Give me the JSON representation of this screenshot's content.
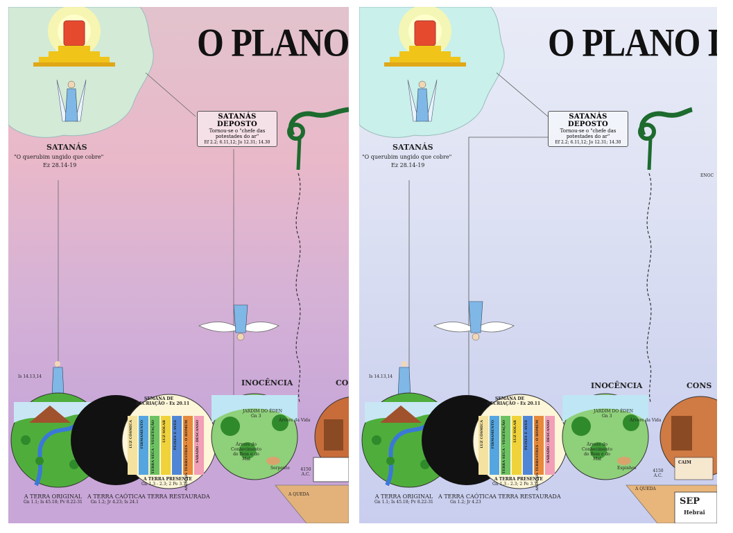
{
  "panels": [
    {
      "title": "O PLANO D",
      "satan": {
        "name": "SATANÁS",
        "quote": "\"O querubim ungido que cobre\"",
        "ref": "Ez 28.14-19"
      },
      "deposed": {
        "title": "SATANÁS DEPOSTO",
        "line1": "Tornou-se o \"chefe das",
        "line2": "potestades do ar\"",
        "ref": "Ef 2.2; 6.11,12; Jo 12.31; 14.30"
      },
      "side_ref": "Is 14.13,14",
      "inocencia": "INOCÊNCIA",
      "next_label": "CO",
      "recreation": {
        "title": "SEMANA DE",
        "title2": "RECRIAÇÃO - Ex 20.11",
        "days": [
          "LUZ CÓSMICA",
          "FIRMAMENTO",
          "TERRA SECA - VEGETAÇÃO",
          "LUZ SOLAR",
          "PEIXES E AVES",
          "ANIMAIS TERRESTRES - O HOMEM",
          "SÁBADO - DESCANSO"
        ],
        "present": "A TERRA PRESENTE",
        "present_ref": "Gn 1.3 - 2.3; 2 Pe 3.7"
      },
      "garden": {
        "label": "JARDIM DO ÉDEN",
        "ref": "Gn 3",
        "tree_life": "Árvore da Vida",
        "tree_knowledge": "Árvore do Conhecimento do Bem e do Mal",
        "serpent": "Serpente"
      },
      "date": "4150 A.C.",
      "fall": "A QUEDA",
      "captions": [
        {
          "title": "A TERRA ORIGINAL",
          "ref": "Gn 1.1; Is 45.18; Pv 8.22-31"
        },
        {
          "title": "A TERRA CAÓTICA",
          "ref": "Gn 1.2; Jr 4.23; Is 24.1"
        },
        {
          "title": "A TERRA RESTAURADA",
          "ref": ""
        }
      ]
    },
    {
      "title": "O PLANO D",
      "satan": {
        "name": "SATANÁS",
        "quote": "\"O querubim ungido que cobre\"",
        "ref": "Ez 28.14-19"
      },
      "deposed": {
        "title": "SATANÁS DEPOSTO",
        "line1": "Tornou-se o \"chefe das",
        "line2": "potestades do ar\"",
        "ref": "Ef 2.2; 6.11,12; Jo 12.31; 14.30"
      },
      "side_ref": "Is 14.13,14",
      "inocencia": "INOCÊNCIA",
      "next_label": "CONS",
      "edge_label": "ENOC",
      "recreation": {
        "title": "SEMANA DE",
        "title2": "RECRIAÇÃO - Ex 20.11",
        "days": [
          "LUZ CÓSMICA",
          "FIRMAMENTO",
          "TERRA SECA - VEGETAÇÃO",
          "LUZ SOLAR",
          "PEIXES E AVES",
          "ANIMAIS TERRESTRES - O HOMEM",
          "SÁBADO - DESCANSO"
        ],
        "present": "A TERRA PRESENTE",
        "present_ref": "Gn 1.3 - 2.3; 2 Pe 3.7"
      },
      "garden": {
        "label": "JARDIM DO ÉDEN",
        "ref": "Gn 3",
        "tree_life": "Árvore da Vida",
        "tree_knowledge": "Árvore do Conhecimento do Bem e do Mal",
        "serpent": "Espinhos"
      },
      "date": "4150 A.C.",
      "fall": "A QUEDA",
      "cain": "CAIM",
      "sep": "SEP",
      "hebrews": "Hebrai",
      "captions": [
        {
          "title": "A TERRA ORIGINAL",
          "ref": "Gn 1.1; Is 45.18; Pv 8.22-31"
        },
        {
          "title": "A TERRA CAÓTICA",
          "ref": "Gn 1.2; Jr 4.23"
        },
        {
          "title": "A TERRA RESTAURADA",
          "ref": ""
        }
      ]
    }
  ],
  "colors": {
    "throne": "#e64a2e",
    "gold": "#f0c419",
    "cloud": "#cfeeda",
    "earth_green": "#4fae3b",
    "water": "#3a78d8",
    "dark_earth": "#111111",
    "serpent": "#1d6b2e"
  },
  "icons": [
    "sun-glow-icon",
    "throne-icon",
    "angel-icon",
    "serpent-icon",
    "falling-angel-icon",
    "earth-icon"
  ]
}
